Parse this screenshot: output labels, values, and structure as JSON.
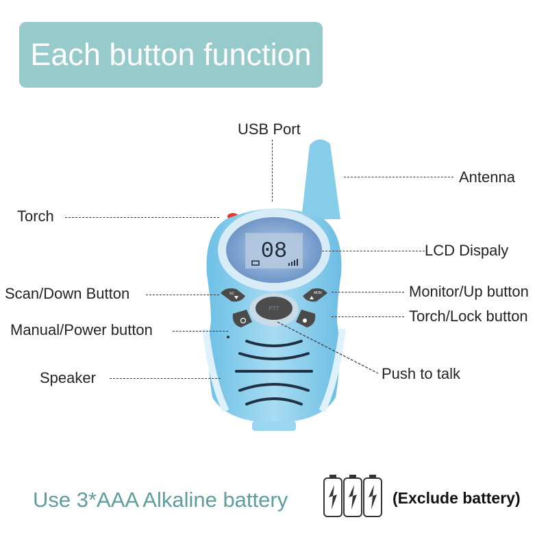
{
  "title": "Each button function",
  "device": {
    "lcd_digits": "08",
    "button_marks": {
      "scan": "SC",
      "monitor": "MON",
      "ptt": "PTT"
    }
  },
  "labels": {
    "usb_port": "USB Port",
    "antenna": "Antenna",
    "torch": "Torch",
    "lcd": "LCD Dispaly",
    "scan_down": "Scan/Down Button",
    "monitor_up": "Monitor/Up button",
    "torch_lock": "Torch/Lock button",
    "manual_power": "Manual/Power button",
    "speaker": "Speaker",
    "push_to_talk": "Push to talk"
  },
  "footer": {
    "battery_text": "Use 3*AAA Alkaline battery",
    "exclude_text": "(Exclude battery)",
    "battery_icon_count": 3
  },
  "colors": {
    "title_bg": "#97caca",
    "device_body": "#8fd0ec",
    "footer_text": "#5f9c9c"
  }
}
